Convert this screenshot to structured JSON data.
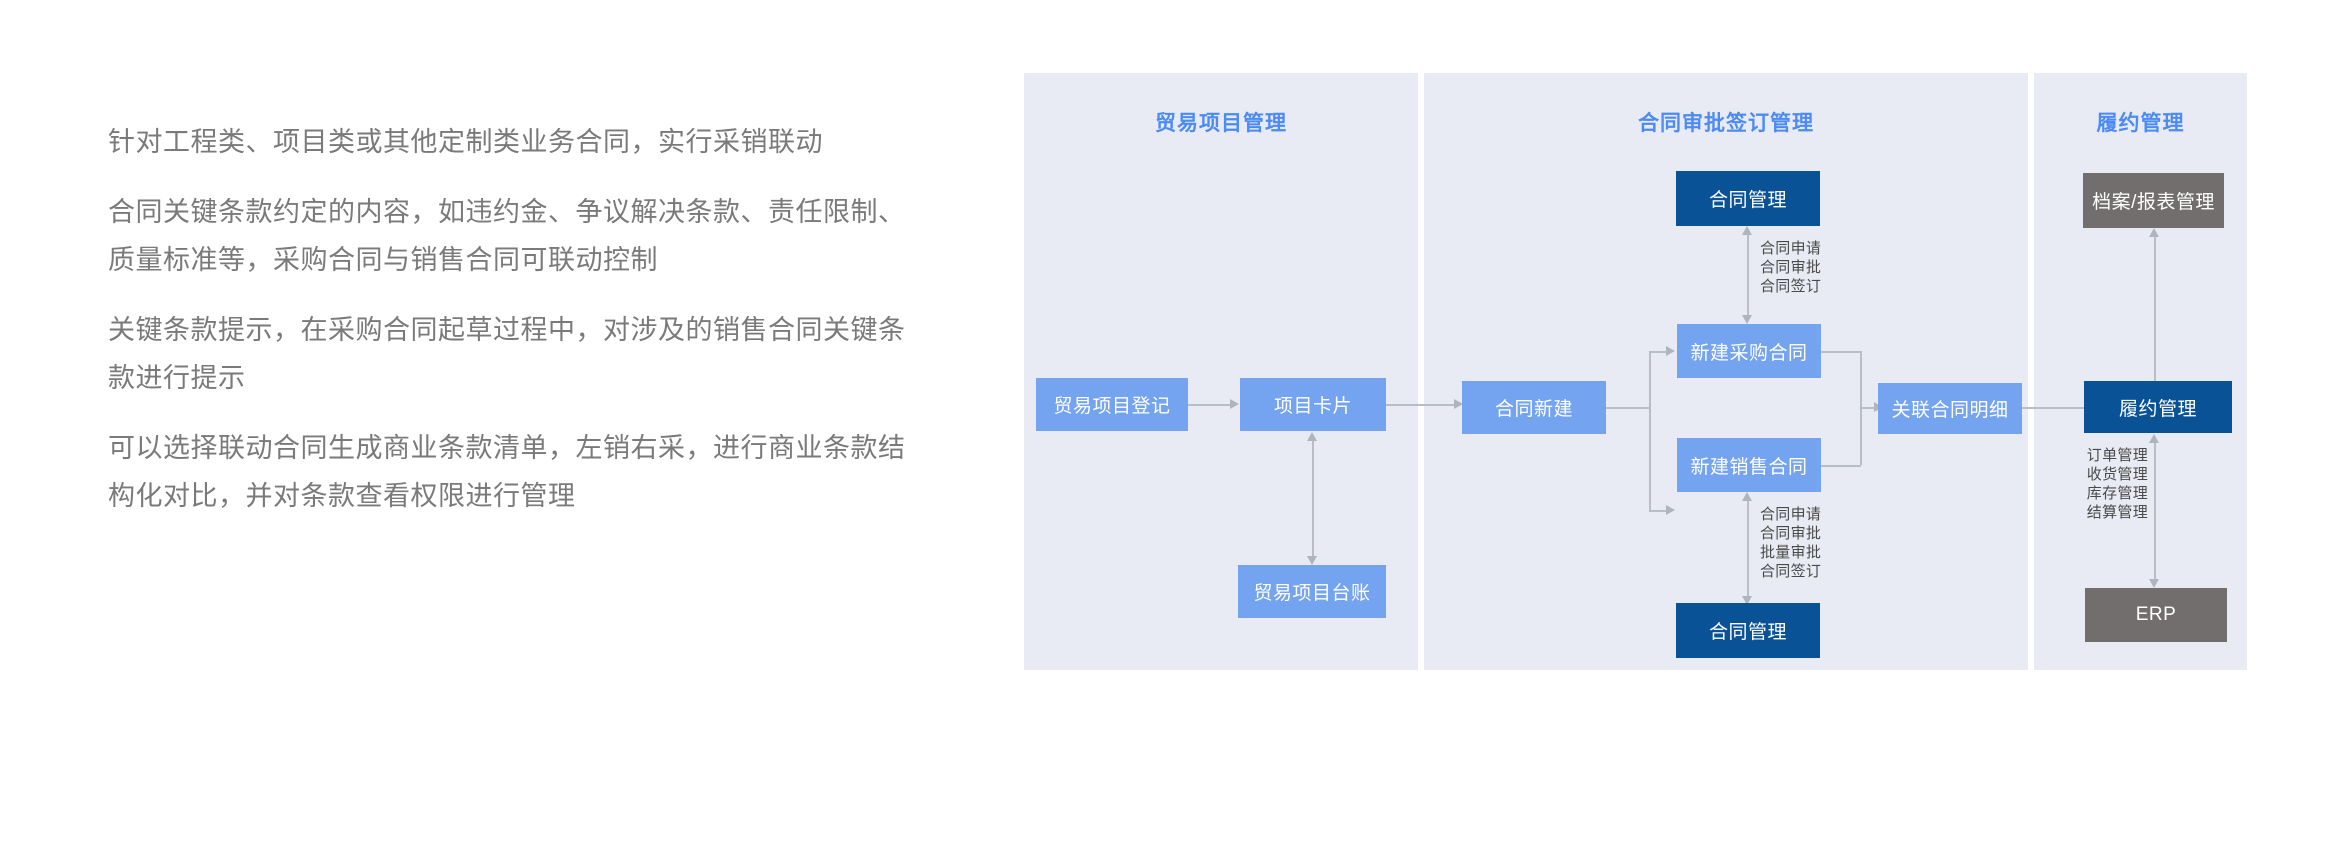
{
  "description": {
    "paragraphs": [
      "针对工程类、项目类或其他定制类业务合同，实行采销联动",
      "合同关键条款约定的内容，如违约金、争议解决条款、责任限制、质量标准等，采购合同与销售合同可联动控制",
      "关键条款提示，在采购合同起草过程中，对涉及的销售合同关键条款进行提示",
      "可以选择联动合同生成商业条款清单，左销右采，进行商业条款结构化对比，并对条款查看权限进行管理"
    ]
  },
  "colors": {
    "panel_background": "#e8ebf3",
    "panel_title": "#4c8bf5",
    "box_blue_light": "#74a3f0",
    "box_blue_dark": "#0a5296",
    "box_gray": "#736e6e",
    "connector": "#b9bdc6",
    "body_text": "#7a7a7a",
    "edge_label_text": "#4a4a4a"
  },
  "diagram": {
    "panels": [
      {
        "id": "trade-project-management",
        "title": "贸易项目管理",
        "nodes": [
          {
            "id": "trade-project-register",
            "label": "贸易项目登记",
            "style": "blue-light"
          },
          {
            "id": "project-card",
            "label": "项目卡片",
            "style": "blue-light"
          },
          {
            "id": "trade-project-ledger",
            "label": "贸易项目台账",
            "style": "blue-light"
          }
        ],
        "edge_labels": []
      },
      {
        "id": "contract-approval-signing-management",
        "title": "合同审批签订管理",
        "nodes": [
          {
            "id": "contract-management-top",
            "label": "合同管理",
            "style": "blue-dark"
          },
          {
            "id": "contract-create",
            "label": "合同新建",
            "style": "blue-light"
          },
          {
            "id": "new-purchase-contract",
            "label": "新建采购合同",
            "style": "blue-light"
          },
          {
            "id": "new-sales-contract",
            "label": "新建销售合同",
            "style": "blue-light"
          },
          {
            "id": "related-contract-detail",
            "label": "关联合同明细",
            "style": "blue-light"
          },
          {
            "id": "contract-management-bottom",
            "label": "合同管理",
            "style": "blue-dark"
          }
        ],
        "edge_labels": [
          {
            "id": "purchase-flow-steps",
            "text": "合同申请\n合同审批\n合同签订"
          },
          {
            "id": "sales-flow-steps",
            "text": "合同申请\n合同审批\n批量审批\n合同签订"
          }
        ]
      },
      {
        "id": "performance-management",
        "title": "履约管理",
        "nodes": [
          {
            "id": "archive-report-management",
            "label": "档案/报表管理",
            "style": "gray"
          },
          {
            "id": "performance-management-node",
            "label": "履约管理",
            "style": "blue-dark"
          },
          {
            "id": "erp",
            "label": "ERP",
            "style": "gray"
          }
        ],
        "edge_labels": [
          {
            "id": "erp-flow-steps",
            "text": "订单管理\n收货管理\n库存管理\n结算管理"
          }
        ]
      }
    ]
  }
}
